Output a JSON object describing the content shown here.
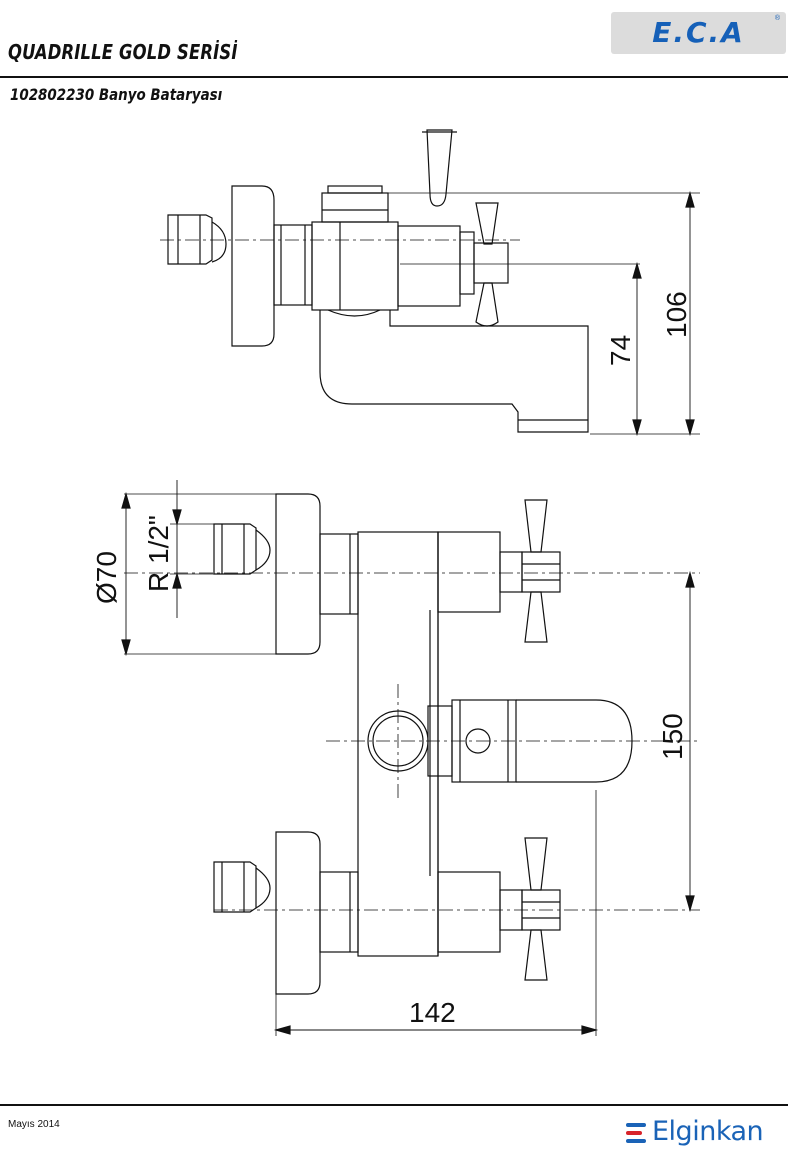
{
  "header": {
    "series_title": "QUADRILLE GOLD SERİSİ",
    "product_title": "102802230 Banyo Bataryası",
    "brand_logo_text": "E.C.A",
    "brand_logo_reg": "®",
    "brand_color": "#1560b8"
  },
  "drawing": {
    "dimensions": {
      "height_outlet": "74",
      "height_total": "106",
      "diameter_flange": "Ø70",
      "thread": "R 1/2\"",
      "center_distance": "150",
      "projection": "142"
    }
  },
  "footer": {
    "date": "Mayıs 2014",
    "distributor_logo_text": "Elginkan",
    "distributor_color": "#1a63b7"
  }
}
